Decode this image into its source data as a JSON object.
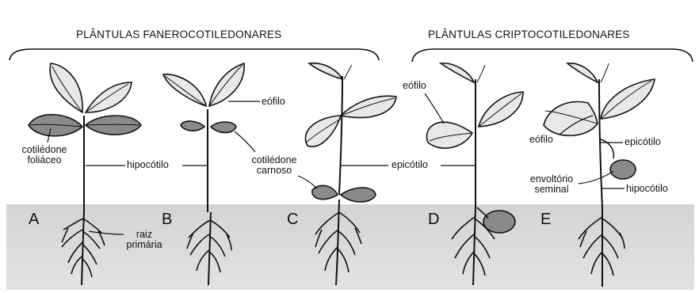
{
  "headers": {
    "phanero": "PLÂNTULAS FANEROCOTILEDONARES",
    "crypto": "PLÂNTULAS CRIPTOCOTILEDONARES"
  },
  "labels": {
    "cotiledone_foliaceo_1": "cotilédone",
    "cotiledone_foliaceo_2": "foliáceo",
    "hipocotilo_center": "hipocótilo",
    "eofilo_b": "eófilo",
    "cotiledone_carnoso_1": "cotilédone",
    "cotiledone_carnoso_2": "carnoso",
    "epicotilo_center": "epicótilo",
    "eofilo_d": "eófilo",
    "eofilo_e": "eófilo",
    "epicotilo_e": "epicótilo",
    "envoltorio_1": "envoltório",
    "envoltorio_2": "seminal",
    "hipocotilo_e": "hipocótilo",
    "raiz_1": "raiz",
    "raiz_2": "primária"
  },
  "panels": [
    "A",
    "B",
    "C",
    "D",
    "E"
  ],
  "colors": {
    "ink": "#111111",
    "soil": "#cfcfcf",
    "leaf": "#e8e8e8",
    "cotyledon": "#8a8a8a"
  }
}
